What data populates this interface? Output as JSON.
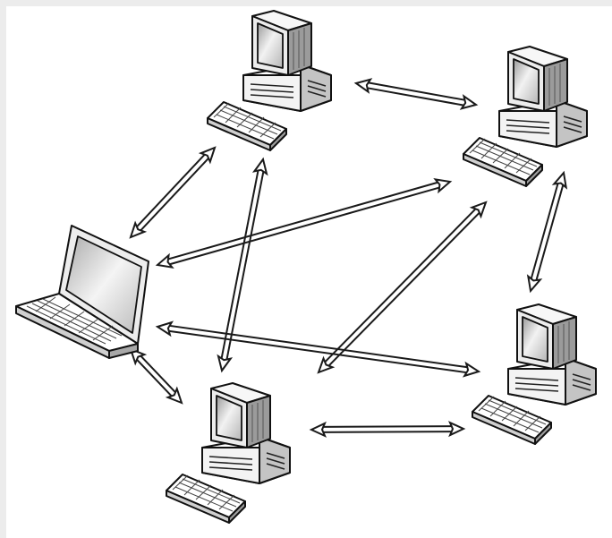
{
  "diagram": {
    "type": "network-mesh",
    "nodes": [
      {
        "id": "pc-top-center",
        "kind": "desktop-computer"
      },
      {
        "id": "pc-top-right",
        "kind": "desktop-computer"
      },
      {
        "id": "laptop-left",
        "kind": "laptop-computer"
      },
      {
        "id": "pc-bottom-right",
        "kind": "desktop-computer"
      },
      {
        "id": "pc-bottom-center",
        "kind": "desktop-computer"
      }
    ],
    "edges": [
      {
        "from": "pc-top-center",
        "to": "pc-top-right",
        "arrows": "both"
      },
      {
        "from": "pc-top-center",
        "to": "laptop-left",
        "arrows": "both"
      },
      {
        "from": "pc-top-center",
        "to": "pc-bottom-center",
        "arrows": "both"
      },
      {
        "from": "laptop-left",
        "to": "pc-top-right",
        "arrows": "both"
      },
      {
        "from": "pc-top-right",
        "to": "pc-bottom-right",
        "arrows": "both"
      },
      {
        "from": "pc-top-right",
        "to": "pc-bottom-center",
        "arrows": "both"
      },
      {
        "from": "laptop-left",
        "to": "pc-bottom-right",
        "arrows": "both"
      },
      {
        "from": "laptop-left",
        "to": "pc-bottom-center",
        "arrows": "both"
      },
      {
        "from": "pc-bottom-center",
        "to": "pc-bottom-right",
        "arrows": "both"
      }
    ],
    "colors": {
      "line": "#1a1a1a",
      "fill_light": "#ffffff",
      "fill_mid": "#e6e6e6",
      "fill_dark": "#bdbdbd",
      "screen": "#d0d0d0"
    }
  }
}
